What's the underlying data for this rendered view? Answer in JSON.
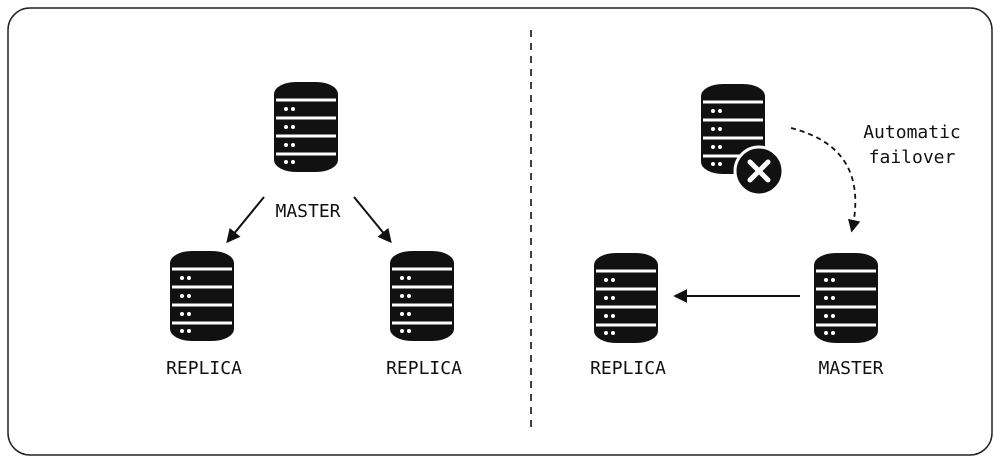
{
  "left_panel": {
    "master_label": "MASTER",
    "replica_left_label": "REPLICA",
    "replica_right_label": "REPLICA"
  },
  "right_panel": {
    "failover_label_line1": "Automatic",
    "failover_label_line2": "failover",
    "replica_label": "REPLICA",
    "master_label": "MASTER"
  },
  "icons": {
    "server": "database-server-icon",
    "failed": "error-x-icon"
  },
  "colors": {
    "ink": "#111111",
    "border": "#222222",
    "background": "#ffffff"
  }
}
